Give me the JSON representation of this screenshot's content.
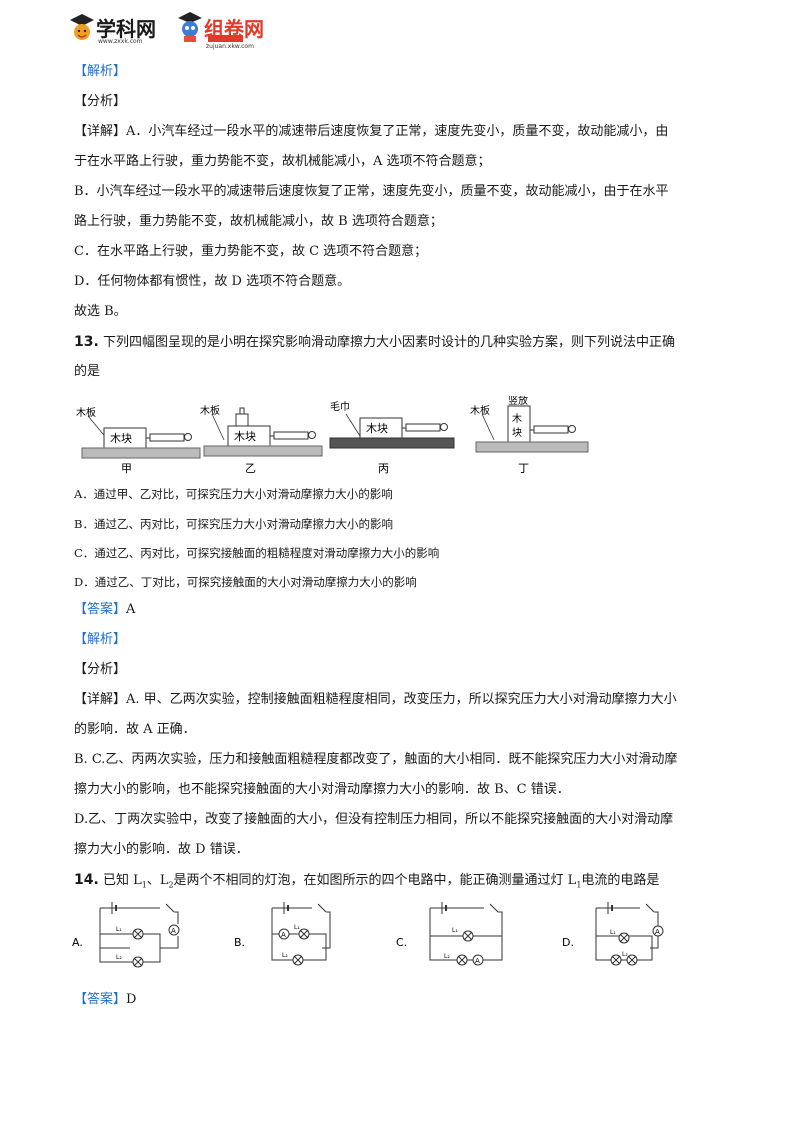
{
  "header": {
    "logo1_name": "学科网",
    "logo1_url": "www.zxxk.com",
    "logo2_name": "组卷网",
    "logo2_url": "zujuan.xkw.com"
  },
  "q12": {
    "jiexi": "【解析】",
    "fenxi": "【分析】",
    "line1_tag": "【详解】",
    "line1": "A．小汽车经过一段水平的减速带后速度恢复了正常，速度先变小，质量不变，故动能减小，由",
    "line2": "于在水平路上行驶，重力势能不变，故机械能减小，A 选项不符合题意；",
    "line3": "B．小汽车经过一段水平的减速带后速度恢复了正常，速度先变小，质量不变，故动能减小，由于在水平",
    "line4": "路上行驶，重力势能不变，故机械能减小，故 B 选项符合题意；",
    "line5": "C．在水平路上行驶，重力势能不变，故 C 选项不符合题意；",
    "line6": "D．任何物体都有惯性，故 D 选项不符合题意。",
    "line7": "故选 B。"
  },
  "q13": {
    "num": "13.",
    "stem1": "下列四幅图呈现的是小明在探究影响滑动摩擦力大小因素时设计的几种实验方案，则下列说法中正确",
    "stem2": "的是",
    "figures": [
      {
        "surface": "木板",
        "block": "木块",
        "extra": "",
        "caption": "甲"
      },
      {
        "surface": "木板",
        "block": "木块",
        "extra": "",
        "caption": "乙"
      },
      {
        "surface": "毛巾",
        "block": "木块",
        "extra": "",
        "caption": "丙"
      },
      {
        "surface": "木板",
        "block": "木块",
        "extra": "竖放",
        "caption": "丁"
      }
    ],
    "options": [
      "A．通过甲、乙对比，可探究压力大小对滑动摩擦力大小的影响",
      "B．通过乙、丙对比，可探究压力大小对滑动摩擦力大小的影响",
      "C．通过乙、丙对比，可探究接触面的粗糙程度对滑动摩擦力大小的影响",
      "D．通过乙、丁对比，可探究接触面的大小对滑动摩擦力大小的影响"
    ],
    "answer_tag": "【答案】",
    "answer": "A",
    "jiexi": "【解析】",
    "fenxi": "【分析】",
    "detail_tag": "【详解】",
    "d1": "A. 甲、乙两次实验，控制接触面粗糙程度相同，改变压力，所以探究压力大小对滑动摩擦力大小",
    "d2": "的影响．故 A 正确．",
    "d3": "B. C.乙、丙两次实验，压力和接触面粗糙程度都改变了，触面的大小相同．既不能探究压力大小对滑动摩",
    "d4": "擦力大小的影响，也不能探究接触面的大小对滑动摩擦力大小的影响．故 B、C 错误．",
    "d5": "D.乙、丁两次实验中，改变了接触面的大小，但没有控制压力相同，所以不能探究接触面的大小对滑动摩",
    "d6": "擦力大小的影响．故 D 错误．"
  },
  "q14": {
    "num": "14.",
    "stem_a": "已知 L",
    "sub1": "1",
    "stem_b": "、L",
    "sub2": "2",
    "stem_c": "是两个不相同的灯泡，在如图所示的四个电路中，能正确测量通过灯 L",
    "sub3": "1",
    "stem_d": "电流的电路是",
    "circuits": [
      {
        "option": "A.",
        "meter": "A",
        "lamp1": "L₁",
        "lamp2": "L₂"
      },
      {
        "option": "B.",
        "meter": "A",
        "lamp1": "L₁",
        "lamp2": "L₂"
      },
      {
        "option": "C.",
        "meter": "A",
        "lamp1": "L₁",
        "lamp2": "L₂"
      },
      {
        "option": "D.",
        "meter": "A",
        "lamp1": "L₁",
        "lamp2": "L₂"
      }
    ],
    "answer_tag": "【答案】",
    "answer": "D"
  },
  "colors": {
    "tag": "#1f6fd0",
    "text": "#1a1a1a"
  }
}
